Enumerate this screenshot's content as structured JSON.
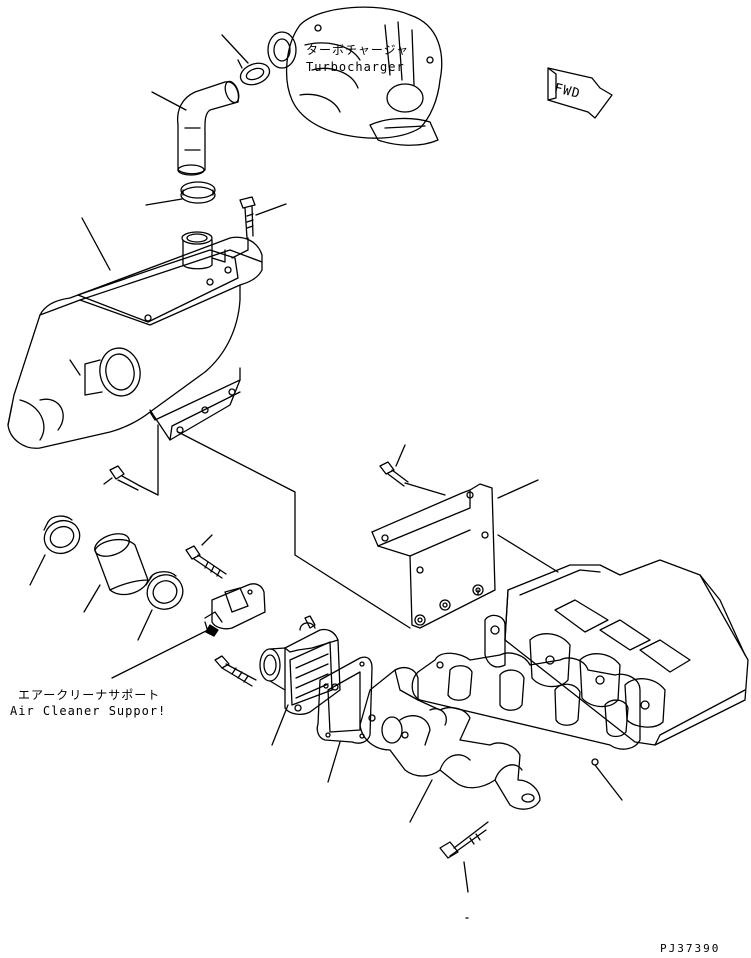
{
  "labels": {
    "turbocharger_jp": "ターボチャージャ",
    "turbocharger_en": "Turbocharger",
    "air_cleaner_support_jp": "エアークリーナサポート",
    "air_cleaner_support_en": "Air Cleaner Suppor!",
    "fwd": "FWD",
    "drawing_number": "PJ37390"
  }
}
